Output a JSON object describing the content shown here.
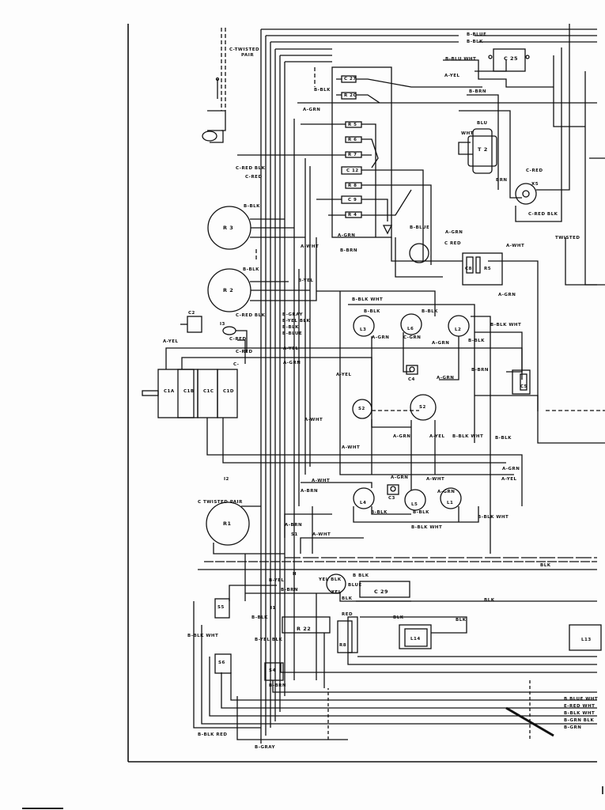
{
  "diagram": {
    "type": "wiring schematic (scanned)",
    "labels": [
      "C-TWISTED",
      "PAIR",
      "B-BLUE",
      "B-BLK",
      "B-BLU WHT",
      "C 25",
      "A-YEL",
      "C 27",
      "R 2C",
      "B-BLK",
      "B-BRN",
      "A-GRN",
      "R 5",
      "R 6",
      "R 7",
      "C 12",
      "R 8",
      "C 9",
      "R 4",
      "BLU",
      "WHT",
      "T 2",
      "BRN",
      "C-RED",
      "X5",
      "C-RED BLK",
      "TWISTED",
      "C-RED BLK",
      "C-RED",
      "B-BLK",
      "R 3",
      "A-WHT",
      "A-GRN",
      "B-BRN",
      "B-BLUE",
      "A-GRN",
      "C RED",
      "A-WHT",
      "B-BLK",
      "B-YEL",
      "R 2",
      "B-GRAY",
      "B-YEL BLK",
      "B-BLK",
      "B-BLUE",
      "C-RED BLK",
      "C2",
      "I3",
      "C-RED",
      "A-YEL",
      "A-YEL",
      "A-GRN",
      "C-",
      "C1A",
      "C1B",
      "C1C",
      "C1D",
      "B-BLK WHT",
      "B-BLK",
      "B-BLK",
      "L3",
      "L6",
      "L2",
      "A-GRN",
      "C-GRN",
      "A-GRN",
      "B-BLK WHT",
      "B-BLK",
      "A-YEL",
      "C4",
      "A-GRN",
      "B-BRN",
      "C5",
      "S2",
      "S2",
      "A-WHT",
      "A-GRN",
      "A-YEL",
      "B-BLK WHT",
      "B-BLK",
      "A-WHT",
      "A-GRN",
      "A-YEL",
      "A-WHT",
      "A-GRN",
      "A-WHT",
      "A-BRN",
      "I2",
      "C TWISTED PAIR",
      "A-GRN",
      "L4",
      "C3",
      "L5",
      "L1",
      "B-BLK",
      "B-BLK",
      "B-BLK WHT",
      "B-BLK WHT",
      "R1",
      "A-BRN",
      "S1",
      "A-WHT",
      "BLK",
      "B-YEL",
      "B-BRN",
      "H",
      "B BLK",
      "YEL BLK",
      "BLUE",
      "C 29",
      "YEL",
      "BLK",
      "BLK",
      "I1",
      "BLK",
      "BLK",
      "B-BLK",
      "B-BLK WHT",
      "B-YEL BLK",
      "R 22",
      "RED",
      "R8",
      "L14",
      "L13",
      "S5",
      "S6",
      "S4",
      "B-BRN",
      "B-BLK RED",
      "B-GRAY",
      "B BLUE WHT",
      "E-RED WHT",
      "B-BLK WHT",
      "B-GRN BLK",
      "B-GRN",
      "C8I",
      "R5",
      "A-GRN",
      "C-RED"
    ]
  }
}
